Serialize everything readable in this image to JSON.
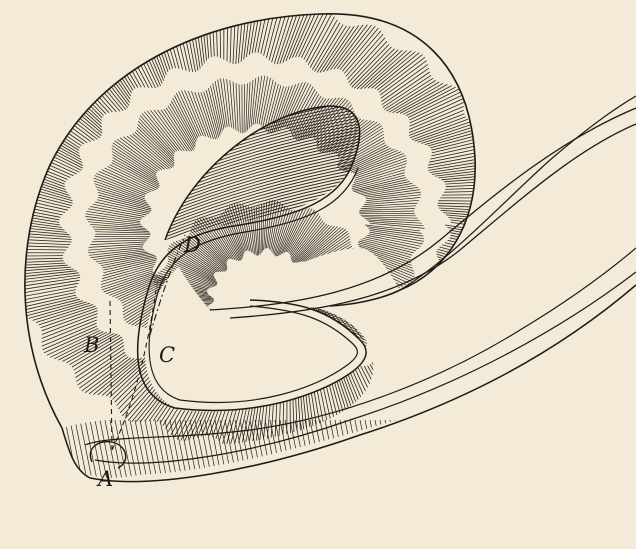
{
  "figure": {
    "labels": {
      "A": "A",
      "B": "B",
      "C": "C",
      "D": "D"
    },
    "colors": {
      "paper": "#f3ead8",
      "ink": "#1e1a16",
      "hatch": "#2a241e"
    }
  }
}
